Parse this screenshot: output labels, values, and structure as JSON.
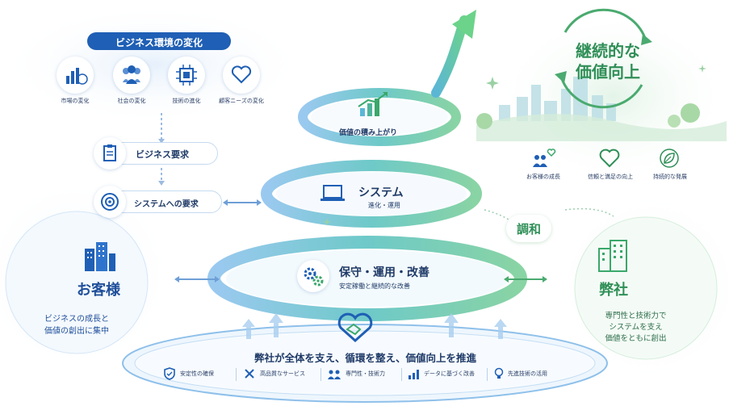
{
  "env": {
    "title": "ビジネス環境の変化",
    "items": [
      {
        "label": "市場の変化",
        "icon": "chart-globe-icon"
      },
      {
        "label": "社会の変化",
        "icon": "people-icon"
      },
      {
        "label": "技術の進化",
        "icon": "chip-icon"
      },
      {
        "label": "顧客ニーズの変化",
        "icon": "heart-icon"
      }
    ]
  },
  "flow": {
    "business_req": "ビジネス要求",
    "system_req": "システムへの要求"
  },
  "customer": {
    "title": "お客様",
    "desc_line1": "ビジネスの成長と",
    "desc_line2": "価値の創出に集中"
  },
  "company": {
    "title": "弊社",
    "desc_line1": "専門性と技術力で",
    "desc_line2": "システムを支え",
    "desc_line3": "価値をともに創出"
  },
  "spiral": {
    "value_stack": "価値の積み上がり",
    "system_title": "システム",
    "system_sub": "進化・運用",
    "ops_title": "保守・運用・改善",
    "ops_sub": "安定稼働と継続的な改善",
    "harmony": "調和"
  },
  "goal": {
    "title_line1": "継続的な",
    "title_line2": "価値向上",
    "items": [
      {
        "label": "お客様の成長",
        "icon": "people-heart-icon"
      },
      {
        "label": "信頼と満足の向上",
        "icon": "heart-icon"
      },
      {
        "label": "持続的な発展",
        "icon": "leaf-icon"
      }
    ]
  },
  "foundation": {
    "title": "弊社が全体を支え、循環を整え、価値向上を推進",
    "items": [
      {
        "label": "安定性の確保",
        "icon": "shield-icon"
      },
      {
        "label": "高品質なサービス",
        "icon": "tools-icon"
      },
      {
        "label": "専門性・技術力",
        "icon": "team-icon"
      },
      {
        "label": "データに基づく改善",
        "icon": "bar-chart-icon"
      },
      {
        "label": "先進技術の活用",
        "icon": "lightbulb-icon"
      }
    ]
  },
  "colors": {
    "primary_blue": "#1f5fb5",
    "accent_green": "#3aa86b",
    "teal": "#3bb3b0"
  }
}
